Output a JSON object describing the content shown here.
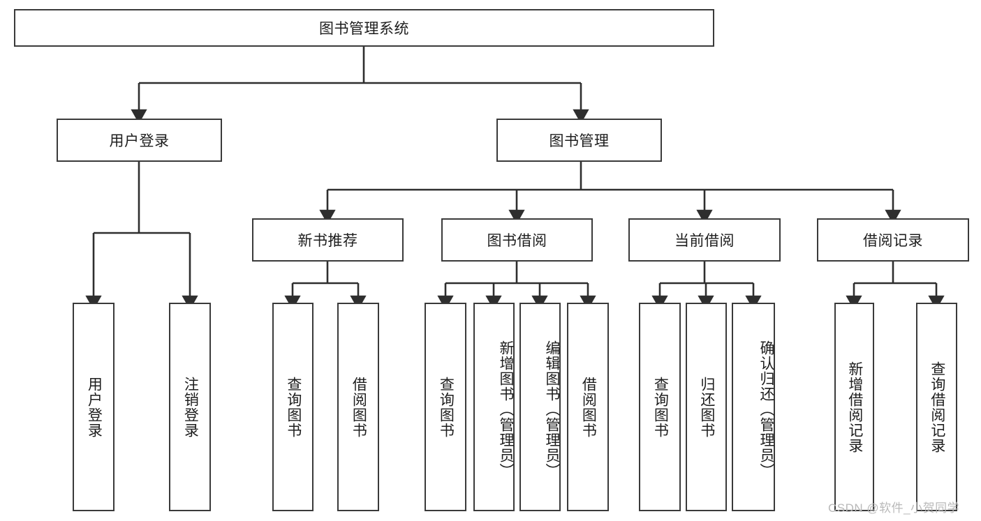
{
  "diagram": {
    "type": "hierarchy-tree",
    "title": "图书管理系统",
    "root": {
      "label": "图书管理系统"
    },
    "level2": [
      {
        "label": "用户登录"
      },
      {
        "label": "图书管理"
      }
    ],
    "level3": [
      {
        "label": "新书推荐"
      },
      {
        "label": "图书借阅"
      },
      {
        "label": "当前借阅"
      },
      {
        "label": "借阅记录"
      }
    ],
    "leaves": {
      "user_login": [
        {
          "label": "用户登录"
        },
        {
          "label": "注销登录"
        }
      ],
      "new_book_recommend": [
        {
          "label": "查询图书"
        },
        {
          "label": "借阅图书"
        }
      ],
      "book_borrow": [
        {
          "label": "查询图书"
        },
        {
          "label": "新增图书（管理员）"
        },
        {
          "label": "编辑图书（管理员）"
        },
        {
          "label": "借阅图书"
        }
      ],
      "current_borrow": [
        {
          "label": "查询图书"
        },
        {
          "label": "归还图书"
        },
        {
          "label": "确认归还（管理员）"
        }
      ],
      "borrow_record": [
        {
          "label": "新增借阅记录"
        },
        {
          "label": "查询借阅记录"
        }
      ]
    }
  },
  "watermark": {
    "text": "CSDN @软件_小贺同学"
  },
  "colors": {
    "stroke": "#3a3a3a",
    "fill": "#ffffff",
    "text": "#1d1d1d",
    "watermark": "#b9b9b9"
  }
}
